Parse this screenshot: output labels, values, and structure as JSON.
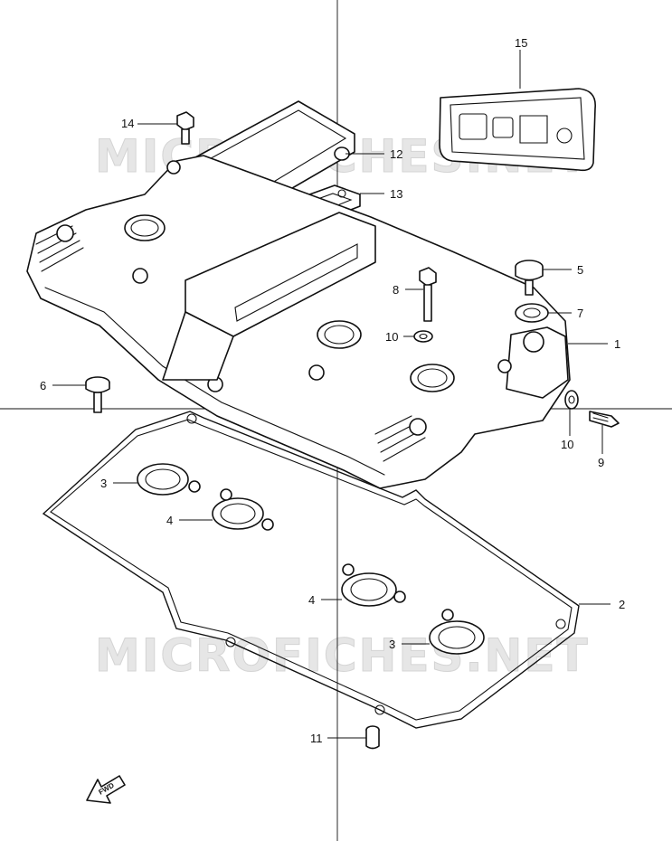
{
  "watermark": {
    "text": "MICROFICHES.NET"
  },
  "direction_marker": {
    "label": "FWD"
  },
  "callouts": {
    "c1": "1",
    "c2": "2",
    "c3a": "3",
    "c3b": "3",
    "c4a": "4",
    "c4b": "4",
    "c5": "5",
    "c6": "6",
    "c7": "7",
    "c8": "8",
    "c9": "9",
    "c10a": "10",
    "c10b": "10",
    "c11": "11",
    "c12": "12",
    "c13": "13",
    "c14": "14",
    "c15": "15"
  },
  "colors": {
    "ink": "#111111",
    "watermark": "#e6e6e6"
  }
}
